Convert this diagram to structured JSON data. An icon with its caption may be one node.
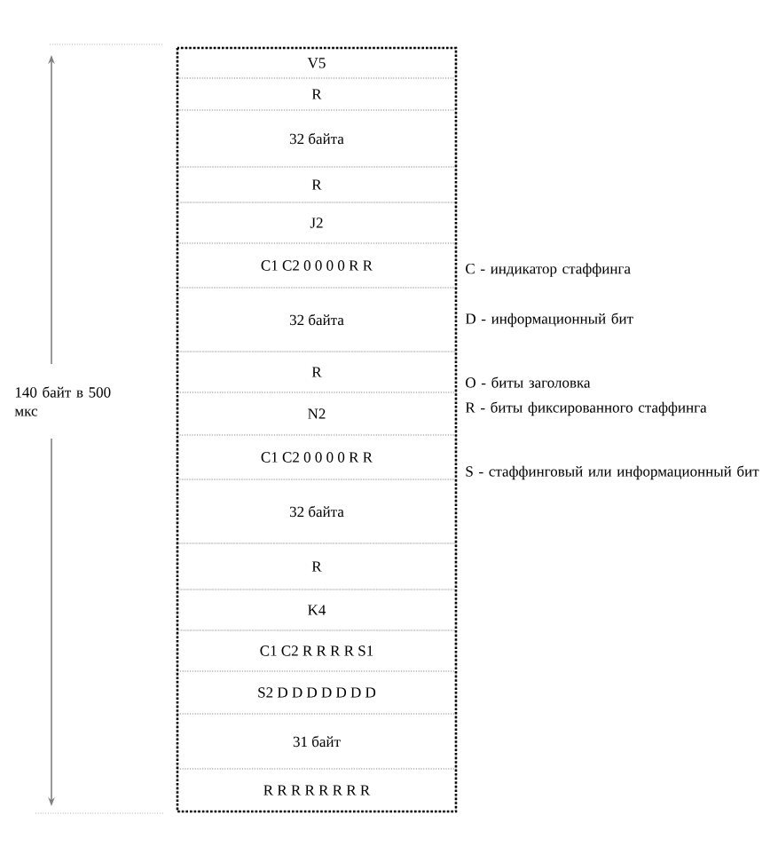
{
  "diagram": {
    "nodes": [
      {
        "text": [
          "V5"
        ]
      },
      {
        "text": [
          "R"
        ]
      },
      {
        "text": [
          "32  байта"
        ]
      },
      {
        "text": [
          "R"
        ]
      },
      {
        "text": [
          "J2"
        ]
      },
      {
        "text": [
          "C1 C2 0 0 0 0 R R"
        ]
      },
      {
        "text": [
          "32 байта"
        ]
      },
      {
        "text": [
          "R"
        ]
      },
      {
        "text": [
          "N2"
        ]
      },
      {
        "text": [
          "C1 C2 0 0 0 0 R R"
        ]
      },
      {
        "text": [
          "32 байта"
        ]
      },
      {
        "text": [
          "R"
        ]
      },
      {
        "text": [
          "K4"
        ]
      },
      {
        "text": [
          "C1 C2 R R R R S1"
        ]
      },
      {
        "text": [
          "S2 D D D D D D D"
        ]
      },
      {
        "text": [
          "31 байт"
        ]
      },
      {
        "text": [
          "R R R R R R R R"
        ]
      }
    ],
    "labels": [
      "140 байт в 500 мкс",
      "C - индикатор стаффинга",
      "D - информационный бит",
      "O - биты заголовка",
      "R - биты фиксированного стаффинга",
      "S - стаффинговый или информационный бит"
    ]
  }
}
